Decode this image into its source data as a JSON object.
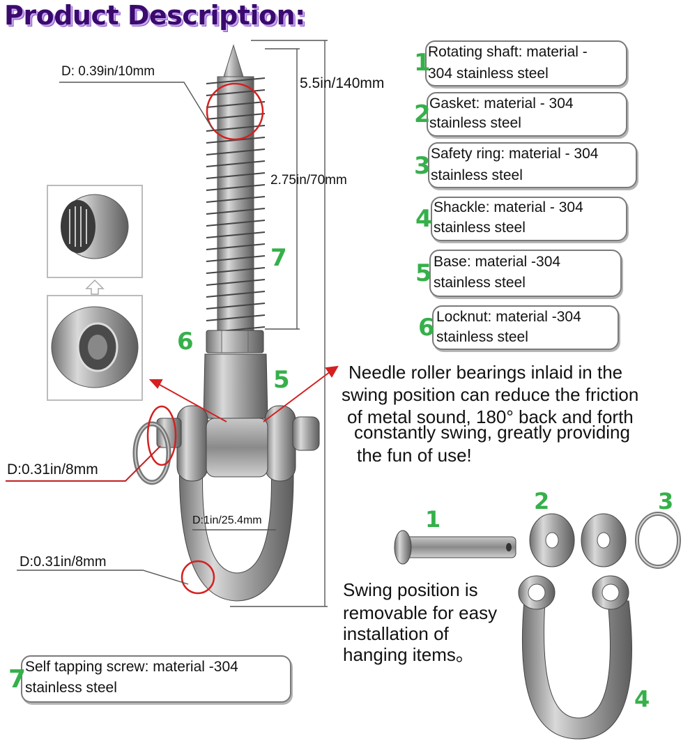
{
  "title": "Product Description:",
  "dimensions": {
    "screw_diameter": "D: 0.39in/10mm",
    "total_length": "5.5in/140mm",
    "thread_length": "2.75in/70mm",
    "pin_diameter": "D:0.31in/8mm",
    "shackle_inner": "D:1in/25.4mm",
    "shackle_bar": "D:0.31in/8mm"
  },
  "callouts": {
    "screw": "7",
    "locknut": "6",
    "base": "5"
  },
  "parts": [
    {
      "num": "1",
      "line1": "Rotating shaft: material -",
      "line2": "304 stainless steel"
    },
    {
      "num": "2",
      "line1": "Gasket: material - 304",
      "line2": "stainless steel"
    },
    {
      "num": "3",
      "line1": "Safety ring: material - 304",
      "line2": "stainless steel"
    },
    {
      "num": "4",
      "line1": "Shackle: material - 304",
      "line2": "stainless steel"
    },
    {
      "num": "5",
      "line1": "Base: material -304",
      "line2": "stainless steel"
    },
    {
      "num": "6",
      "line1": "Locknut: material -304",
      "line2": "stainless steel"
    }
  ],
  "screw_part": {
    "num": "7",
    "line1": "Self tapping screw: material -304",
    "line2": "stainless steel"
  },
  "bearing_text": [
    "Needle roller bearings inlaid in the",
    "swing position can reduce the friction",
    "of metal sound, 180° back and forth",
    "constantly swing, greatly providing",
    "the fun of use!"
  ],
  "removable_text": [
    "Swing position is",
    "removable for easy",
    "installation of",
    "hanging items。"
  ],
  "exploded_labels": {
    "pin": "1",
    "washer": "2",
    "ring": "3",
    "shackle": "4"
  },
  "colors": {
    "accent_green": "#36b04a",
    "title_purple": "#3a0a6e",
    "circle_red": "#d42020"
  }
}
